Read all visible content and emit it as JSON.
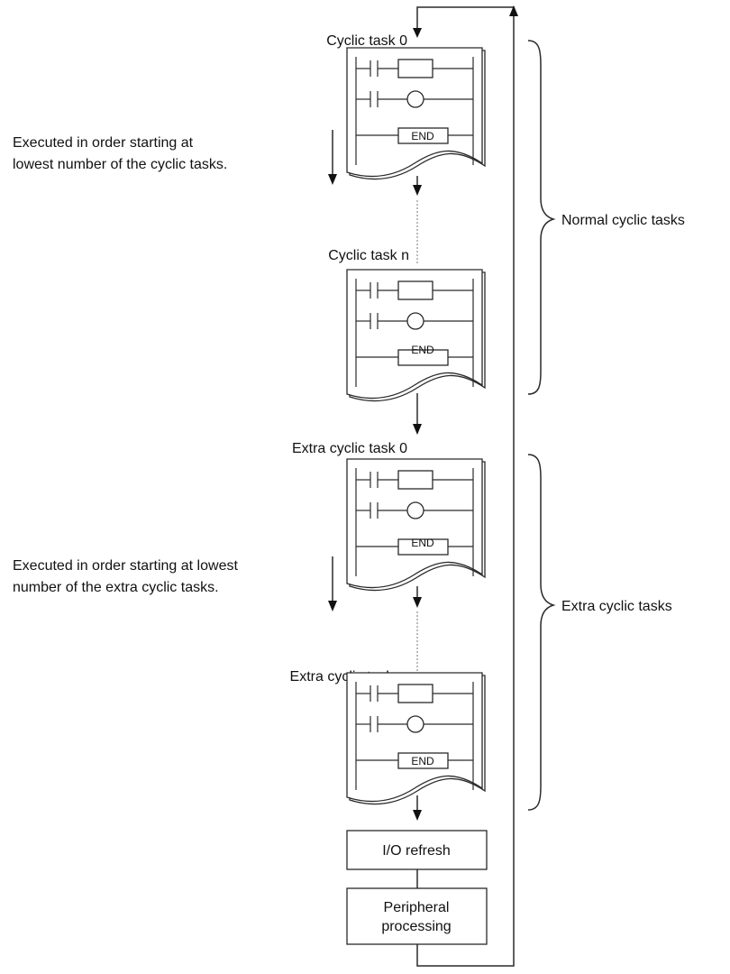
{
  "labels": {
    "cyclic_task_0": "Cyclic task 0",
    "cyclic_task_n": "Cyclic task n",
    "extra_cyclic_task_0": "Extra cyclic task 0",
    "extra_cyclic_task_m": "Extra cyclic task m",
    "end": "END",
    "note_normal": [
      "Executed in order starting at",
      "lowest number of the cyclic tasks."
    ],
    "note_extra": [
      "Executed in order starting at lowest",
      "number of the extra cyclic tasks."
    ],
    "brace_normal": "Normal cyclic tasks",
    "brace_extra": "Extra cyclic tasks",
    "io_refresh": "I/O refresh",
    "peripheral": [
      "Peripheral",
      "processing"
    ]
  }
}
